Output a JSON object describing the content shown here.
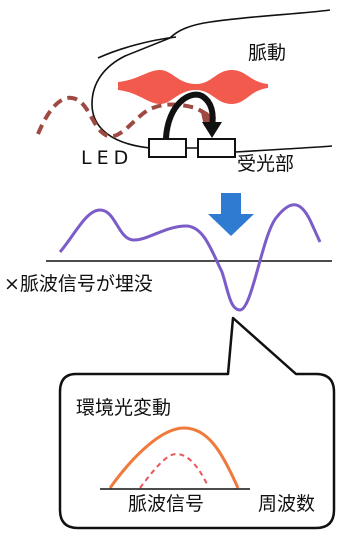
{
  "labels": {
    "pulse": "脈動",
    "led": "LED",
    "receiver": "受光部",
    "buried": "×脈波信号が埋没",
    "ambient": "環境光変動",
    "pulse_signal": "脈波信号",
    "frequency": "周波数"
  },
  "colors": {
    "pulse_red": "#f25a4e",
    "led_light": "#9e4a42",
    "signal_purple": "#7c5cc8",
    "arrow_blue": "#2e7bd1",
    "spectrum_orange": "#ef7a3b",
    "spectrum_dashed": "#e8555b",
    "outline": "#111111"
  },
  "icons": {
    "down_arrow": "down-arrow-icon",
    "reflect_arrow": "curved-arrow-icon"
  }
}
